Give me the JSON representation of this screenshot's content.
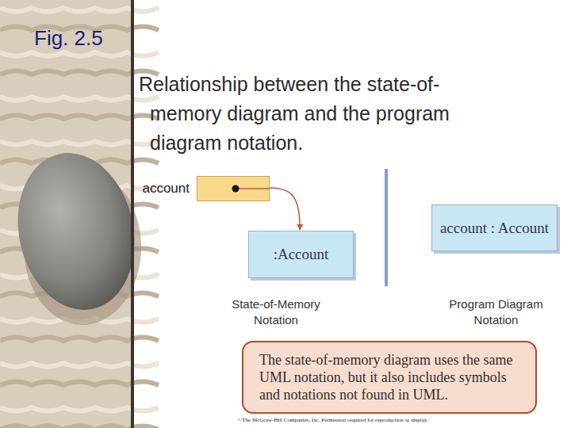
{
  "diagram": {
    "title": "Fig. 2.5",
    "caption": "Relationship between the state-of-memory diagram and the program diagram notation.",
    "nodes": [
      {
        "text": [
          "account"
        ]
      },
      {
        "text": [
          ":Account"
        ]
      },
      {
        "text": [
          "account : Account"
        ]
      },
      {
        "text": [
          "The state-of-memory diagram uses the same UML notation, but it also includes symbols and notations not found in UML."
        ]
      }
    ],
    "edges": [
      {
        "from": 0,
        "to": 1,
        "arrow": "to"
      }
    ],
    "labels": [
      "State-of-Memory Notation",
      "Program Diagram Notation",
      "©The McGraw-Hill Companies, Inc. Permission required for reproduction or display."
    ]
  }
}
